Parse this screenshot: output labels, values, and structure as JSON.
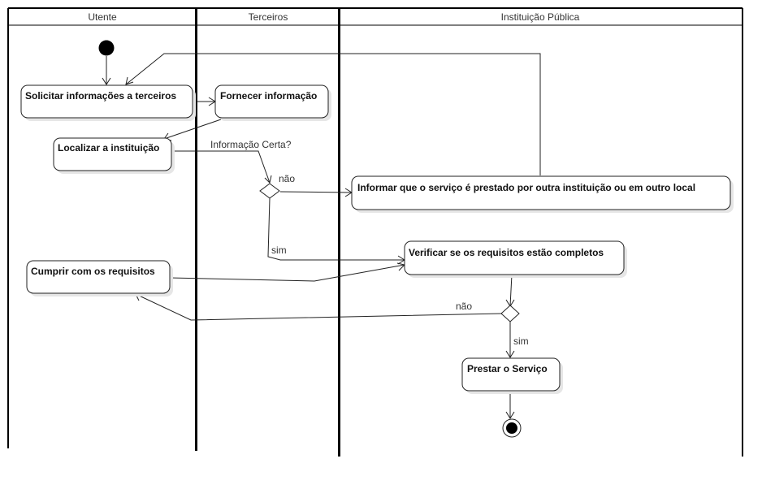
{
  "lanes": [
    {
      "id": "utente",
      "title": "Utente"
    },
    {
      "id": "terceiros",
      "title": "Terceiros"
    },
    {
      "id": "instituicao",
      "title": "Instituição Pública"
    }
  ],
  "activities": {
    "solicitar": "Solicitar informações a terceiros",
    "fornecer": "Fornecer informação",
    "localizar": "Localizar a instituição",
    "informar": "Informar que o serviço é prestado por outra instituição ou em outro local",
    "verificar": "Verificar se os requisitos estão completos",
    "cumprir": "Cumprir com os requisitos",
    "prestar": "Prestar o Serviço"
  },
  "edge_labels": {
    "informacao_certa": "Informação Certa?",
    "nao_1": "não",
    "sim_1": "sim",
    "nao_2": "não",
    "sim_2": "sim"
  },
  "colors": {
    "line": "#222222",
    "node_fill": "#000000",
    "box_fill": "#ffffff",
    "shadow": "#e6e6e6"
  }
}
